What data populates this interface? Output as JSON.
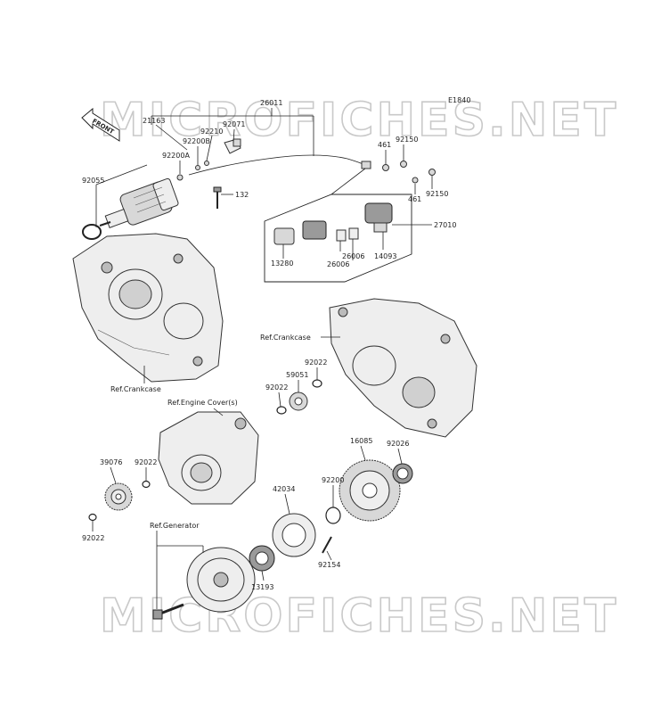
{
  "diagram_code": "E1840",
  "watermark": "MICROFICHES.NET",
  "front_label": "FRONT",
  "part_labels": {
    "p26011": "26011",
    "p21163": "21163",
    "p92071": "92071",
    "p92210": "92210",
    "p92200B": "92200B",
    "p92200A": "92200A",
    "p92055": "92055",
    "p132": "132",
    "p461a": "461",
    "p92150a": "92150",
    "p461b": "461",
    "p92150b": "92150",
    "p27010": "27010",
    "p13280": "13280",
    "p26006a": "26006",
    "p26006b": "26006",
    "p14093": "14093",
    "p92022a": "92022",
    "p59051": "59051",
    "p92022b": "92022",
    "p92022c": "92022",
    "p39076": "39076",
    "p92022d": "92022",
    "p16085": "16085",
    "p92026": "92026",
    "p92200": "92200",
    "p42034": "42034",
    "p92154": "92154",
    "p13193": "13193"
  },
  "references": {
    "crankcase_right": "Ref.Crankcase",
    "crankcase_left": "Ref.Crankcase",
    "engine_cover": "Ref.Engine Cover(s)",
    "generator": "Ref.Generator"
  }
}
